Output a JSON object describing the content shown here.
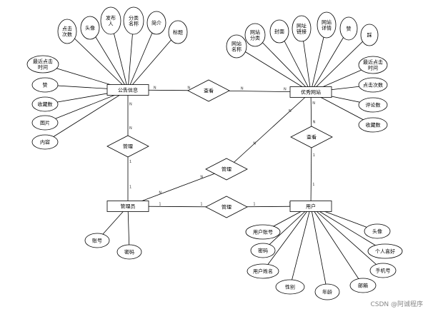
{
  "entities": {
    "notice": "公告信息",
    "site": "优秀网站",
    "admin": "管理员",
    "user": "用户"
  },
  "relations": {
    "view_top": "查看",
    "manage_left": "管理",
    "manage_mid": "管理",
    "view_right": "查看",
    "manage_bottom": "管理"
  },
  "cardinality": {
    "n": "N",
    "one": "1"
  },
  "attributes": {
    "notice": [
      "点击次数",
      "头像",
      "发布人",
      "分类名称",
      "简介",
      "标题",
      "最近点击时间",
      "赞",
      "收藏数",
      "图片",
      "内容"
    ],
    "site": [
      "网站名称",
      "网站分类",
      "封面",
      "网址链接",
      "网站详情",
      "赞",
      "踩",
      "最近点击时间",
      "点击次数",
      "评论数",
      "收藏数"
    ],
    "admin": [
      "账号",
      "密码"
    ],
    "user": [
      "用户账号",
      "密码",
      "用户姓名",
      "性别",
      "年龄",
      "邮箱",
      "手机号",
      "个人喜好",
      "头像"
    ]
  },
  "watermark": "CSDN @阿诚程序"
}
